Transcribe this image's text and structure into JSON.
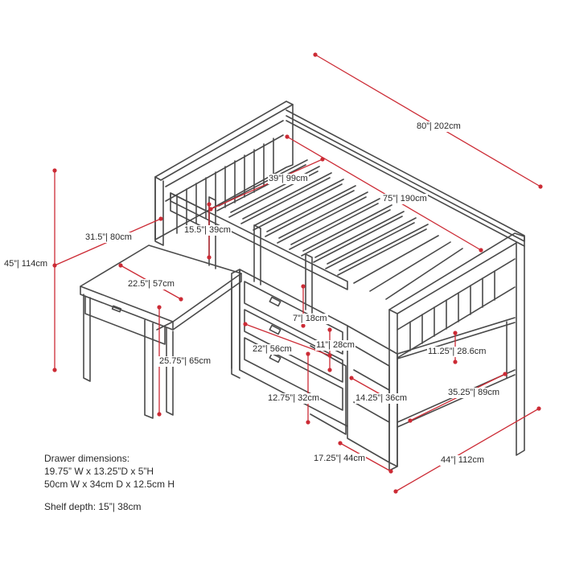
{
  "colors": {
    "dimension": "#cc2b35",
    "outline": "#4a4a4a",
    "text": "#2a2a2a"
  },
  "dimensions": {
    "length": "80”| 202cm",
    "mattress_length": "75”| 190cm",
    "mattress_width": "39”| 99cm",
    "guardrail": "15.5”| 39cm",
    "desk_depth": "31.5”| 80cm",
    "height": "45”| 114cm",
    "desk_width": "22.5”| 57cm",
    "desk_height": "25.75”| 65cm",
    "drawer_gap": "7”| 18cm",
    "drawer_stack_depth": "22”| 56cm",
    "step_height": "11”| 28cm",
    "shelf_height": "11.25”| 28.6cm",
    "drawer_unit_height": "12.75”| 32cm",
    "step_depth": "14.25”| 36cm",
    "shelf_length": "35.25”| 89cm",
    "step_width": "17.25”| 44cm",
    "width": "44”| 112cm"
  },
  "notes": {
    "drawer_title": "Drawer dimensions:",
    "drawer_imperial": "19.75” W x  13.25”D x 5”H",
    "drawer_metric": "50cm W x  34cm D x 12.5cm H",
    "shelf_depth": "Shelf depth: 15”| 38cm"
  }
}
